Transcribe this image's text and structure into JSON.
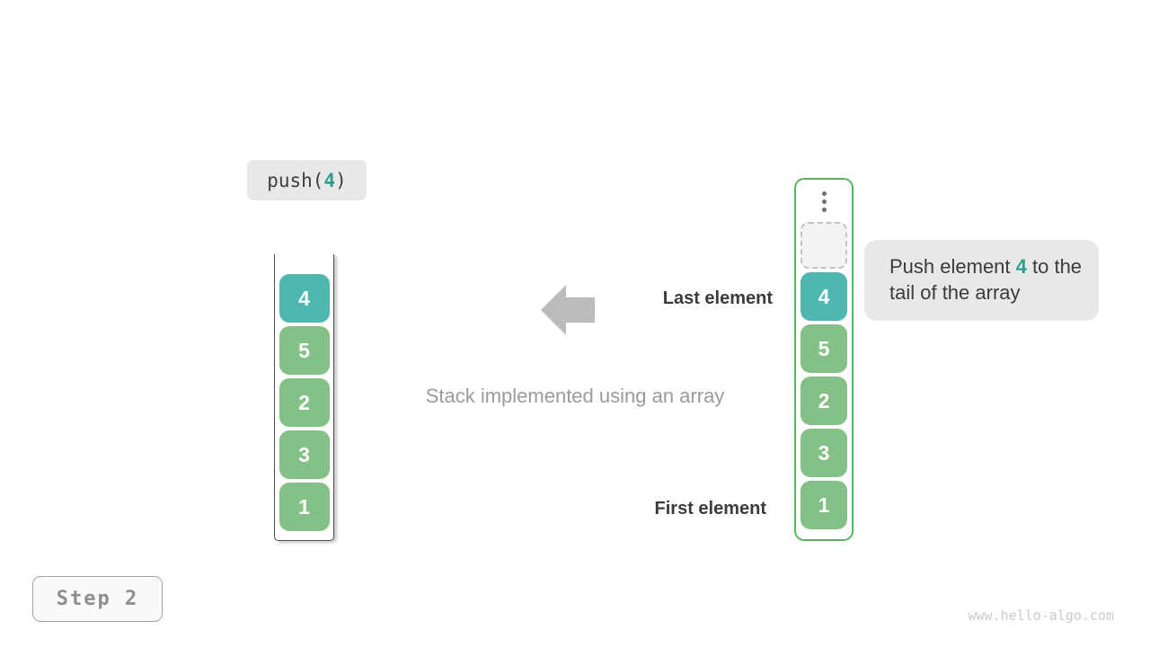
{
  "colors": {
    "teal": "#4eb8b0",
    "green": "#84c187",
    "green-border": "#5bb561",
    "chip-bg": "#e8e8e8",
    "dark-text": "#3a3b3d",
    "muted-text": "#9b9b9b",
    "code-text": "#3e3e3e",
    "teal-text": "#2e9d8f",
    "arrow": "#bcbcbc",
    "cell-text": "#ffffff",
    "stack-border": "#4f4f4f",
    "dashed-border": "#c3c3c3",
    "dashed-fill": "#f3f3f3",
    "dots": "#6f6f6f",
    "step-border": "#a3a3a3",
    "step-bg": "#fafafa",
    "step-text": "#8e8e8e",
    "watermark": "#cbcbcb"
  },
  "operation": {
    "prefix": "push(",
    "value": "4",
    "suffix": ")"
  },
  "labels": {
    "last_element": "Last element",
    "first_element": "First element",
    "caption": "Stack implemented using an array"
  },
  "left_stack": {
    "items": [
      {
        "value": "4"
      },
      {
        "value": "5"
      },
      {
        "value": "2"
      },
      {
        "value": "3"
      },
      {
        "value": "1"
      }
    ]
  },
  "right_stack": {
    "ellipsis_icon": "vertical-dots",
    "empty_slot": "dashed-placeholder",
    "items": [
      {
        "value": "4"
      },
      {
        "value": "5"
      },
      {
        "value": "2"
      },
      {
        "value": "3"
      },
      {
        "value": "1"
      }
    ]
  },
  "callout": {
    "text_before": "Push element ",
    "value": "4",
    "text_after": " to the tail of the array"
  },
  "step_badge": {
    "label": "Step 2"
  },
  "watermark": {
    "text": "www.hello-algo.com"
  }
}
